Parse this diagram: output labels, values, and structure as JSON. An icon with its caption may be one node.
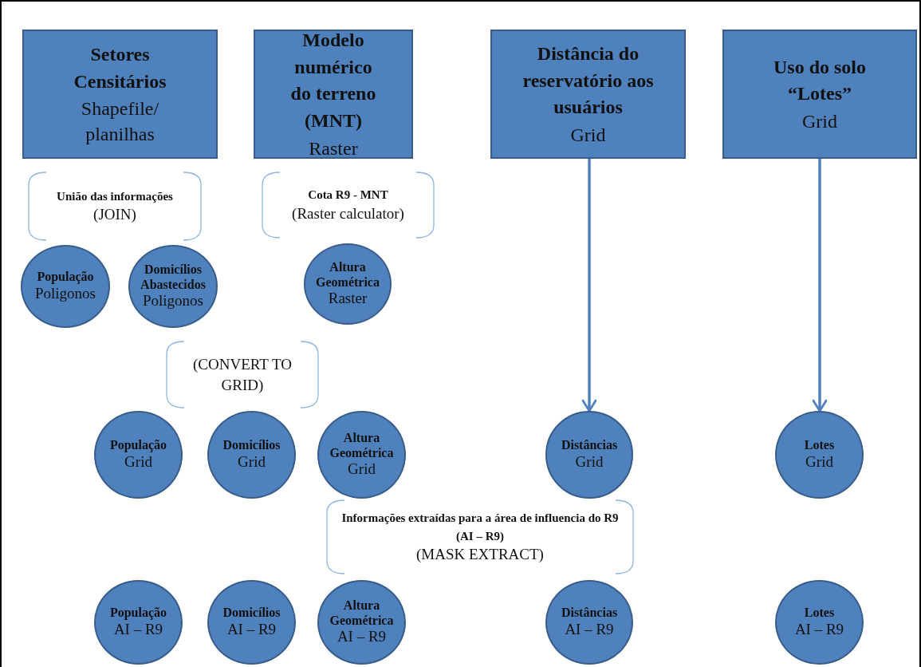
{
  "diagram": {
    "nodes": [
      {
        "text": [
          "Setores Censitários",
          "Shapefile/ planilhas"
        ]
      },
      {
        "text": [
          "Modelo numérico do terreno (MNT)",
          "Raster"
        ]
      },
      {
        "text": [
          "Distância do reservatório aos usuários",
          "Grid"
        ]
      },
      {
        "text": [
          "Uso do solo “Lotes”",
          "Grid"
        ]
      },
      {
        "text": [
          "União das informações",
          "(JOIN)"
        ]
      },
      {
        "text": [
          "Cota R9 - MNT",
          "(Raster calculator)"
        ]
      },
      {
        "text": [
          "População",
          "Poligonos"
        ]
      },
      {
        "text": [
          "Domicílios Abastecidos",
          "Poligonos"
        ]
      },
      {
        "text": [
          "Altura Geométrica",
          "Raster"
        ]
      },
      {
        "text": [
          "(CONVERT TO GRID)"
        ]
      },
      {
        "text": [
          "População",
          "Grid"
        ]
      },
      {
        "text": [
          "Domicílios",
          "Grid"
        ]
      },
      {
        "text": [
          "Altura Geométrica",
          "Grid"
        ]
      },
      {
        "text": [
          "Distâncias",
          "Grid"
        ]
      },
      {
        "text": [
          "Lotes",
          "Grid"
        ]
      },
      {
        "text": [
          "Informações extraídas para a área de influencia do R9 (AI – R9)",
          "(MASK EXTRACT)"
        ]
      },
      {
        "text": [
          "População",
          "AI – R9"
        ]
      },
      {
        "text": [
          "Domicílios",
          "AI – R9"
        ]
      },
      {
        "text": [
          "Altura Geométrica",
          "AI – R9"
        ]
      },
      {
        "text": [
          "Distâncias",
          "AI – R9"
        ]
      },
      {
        "text": [
          "Lotes",
          "AI – R9"
        ]
      }
    ],
    "edges": [
      {
        "from": 2,
        "to": 13,
        "arrow": "to"
      },
      {
        "from": 3,
        "to": 14,
        "arrow": "to"
      }
    ]
  }
}
